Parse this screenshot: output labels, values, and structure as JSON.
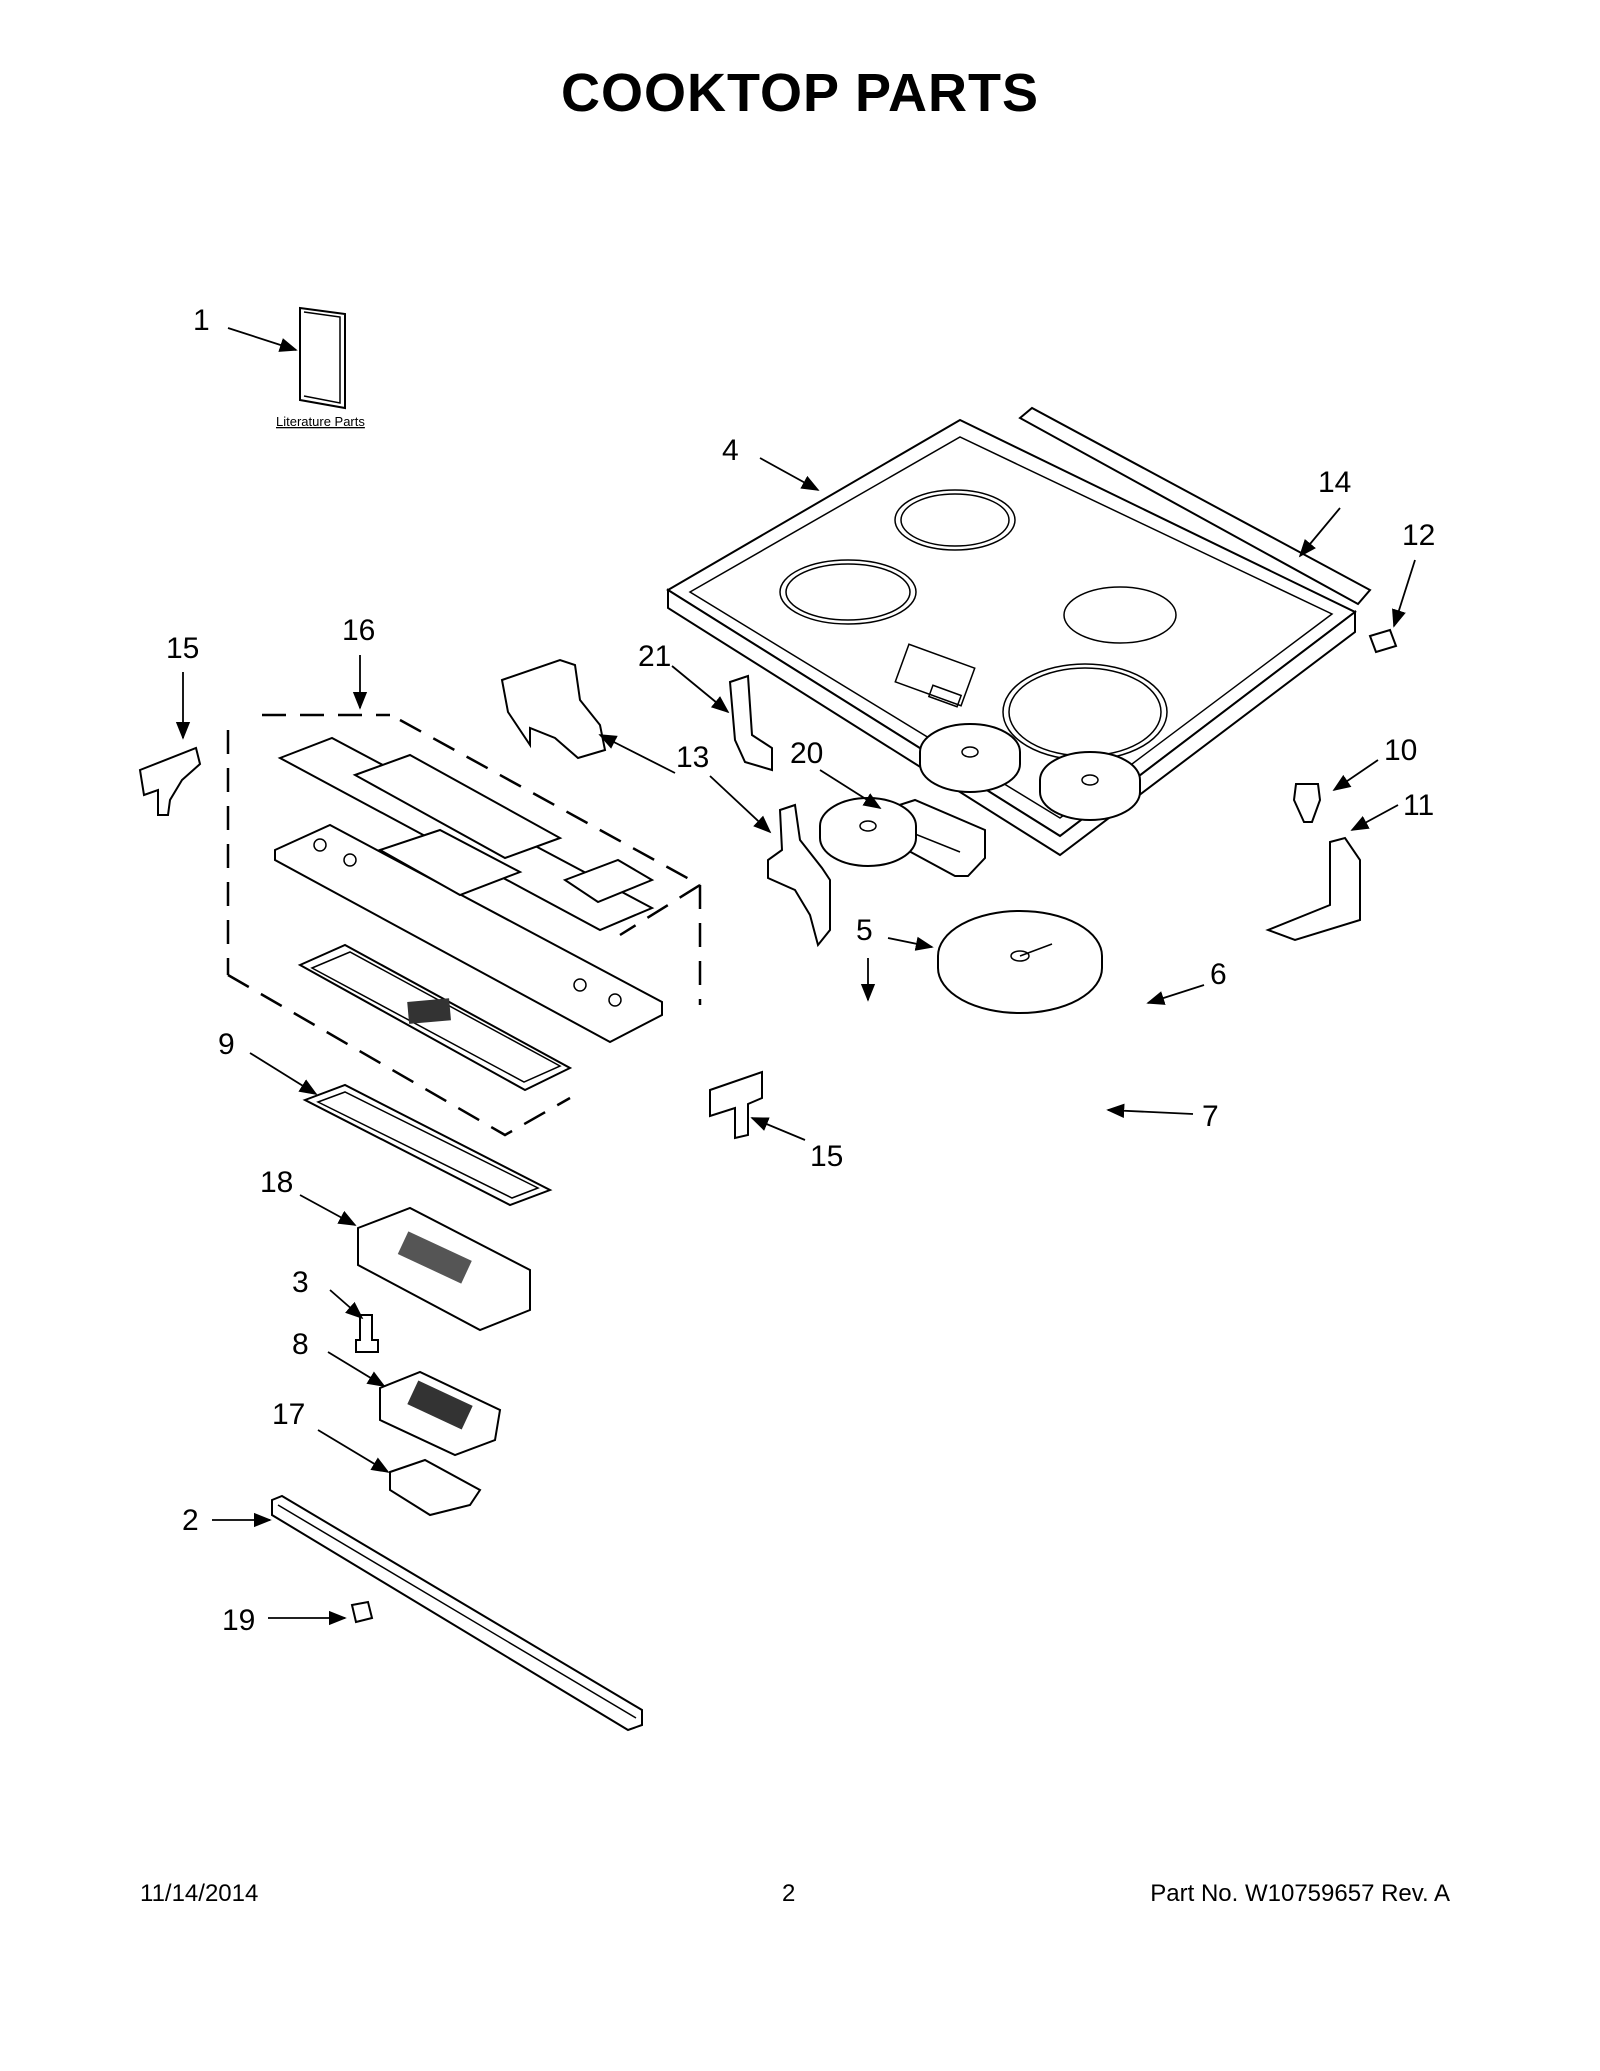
{
  "page": {
    "title": "COOKTOP PARTS",
    "footer_date": "11/14/2014",
    "footer_page": "2",
    "footer_part": "Part No.  W10759657  Rev.  A"
  },
  "literature_caption": "Literature Parts",
  "callouts": [
    "1",
    "2",
    "3",
    "4",
    "5",
    "6",
    "7",
    "8",
    "9",
    "10",
    "11",
    "12",
    "13",
    "14",
    "15",
    "15",
    "16",
    "17",
    "18",
    "19",
    "20",
    "21"
  ]
}
